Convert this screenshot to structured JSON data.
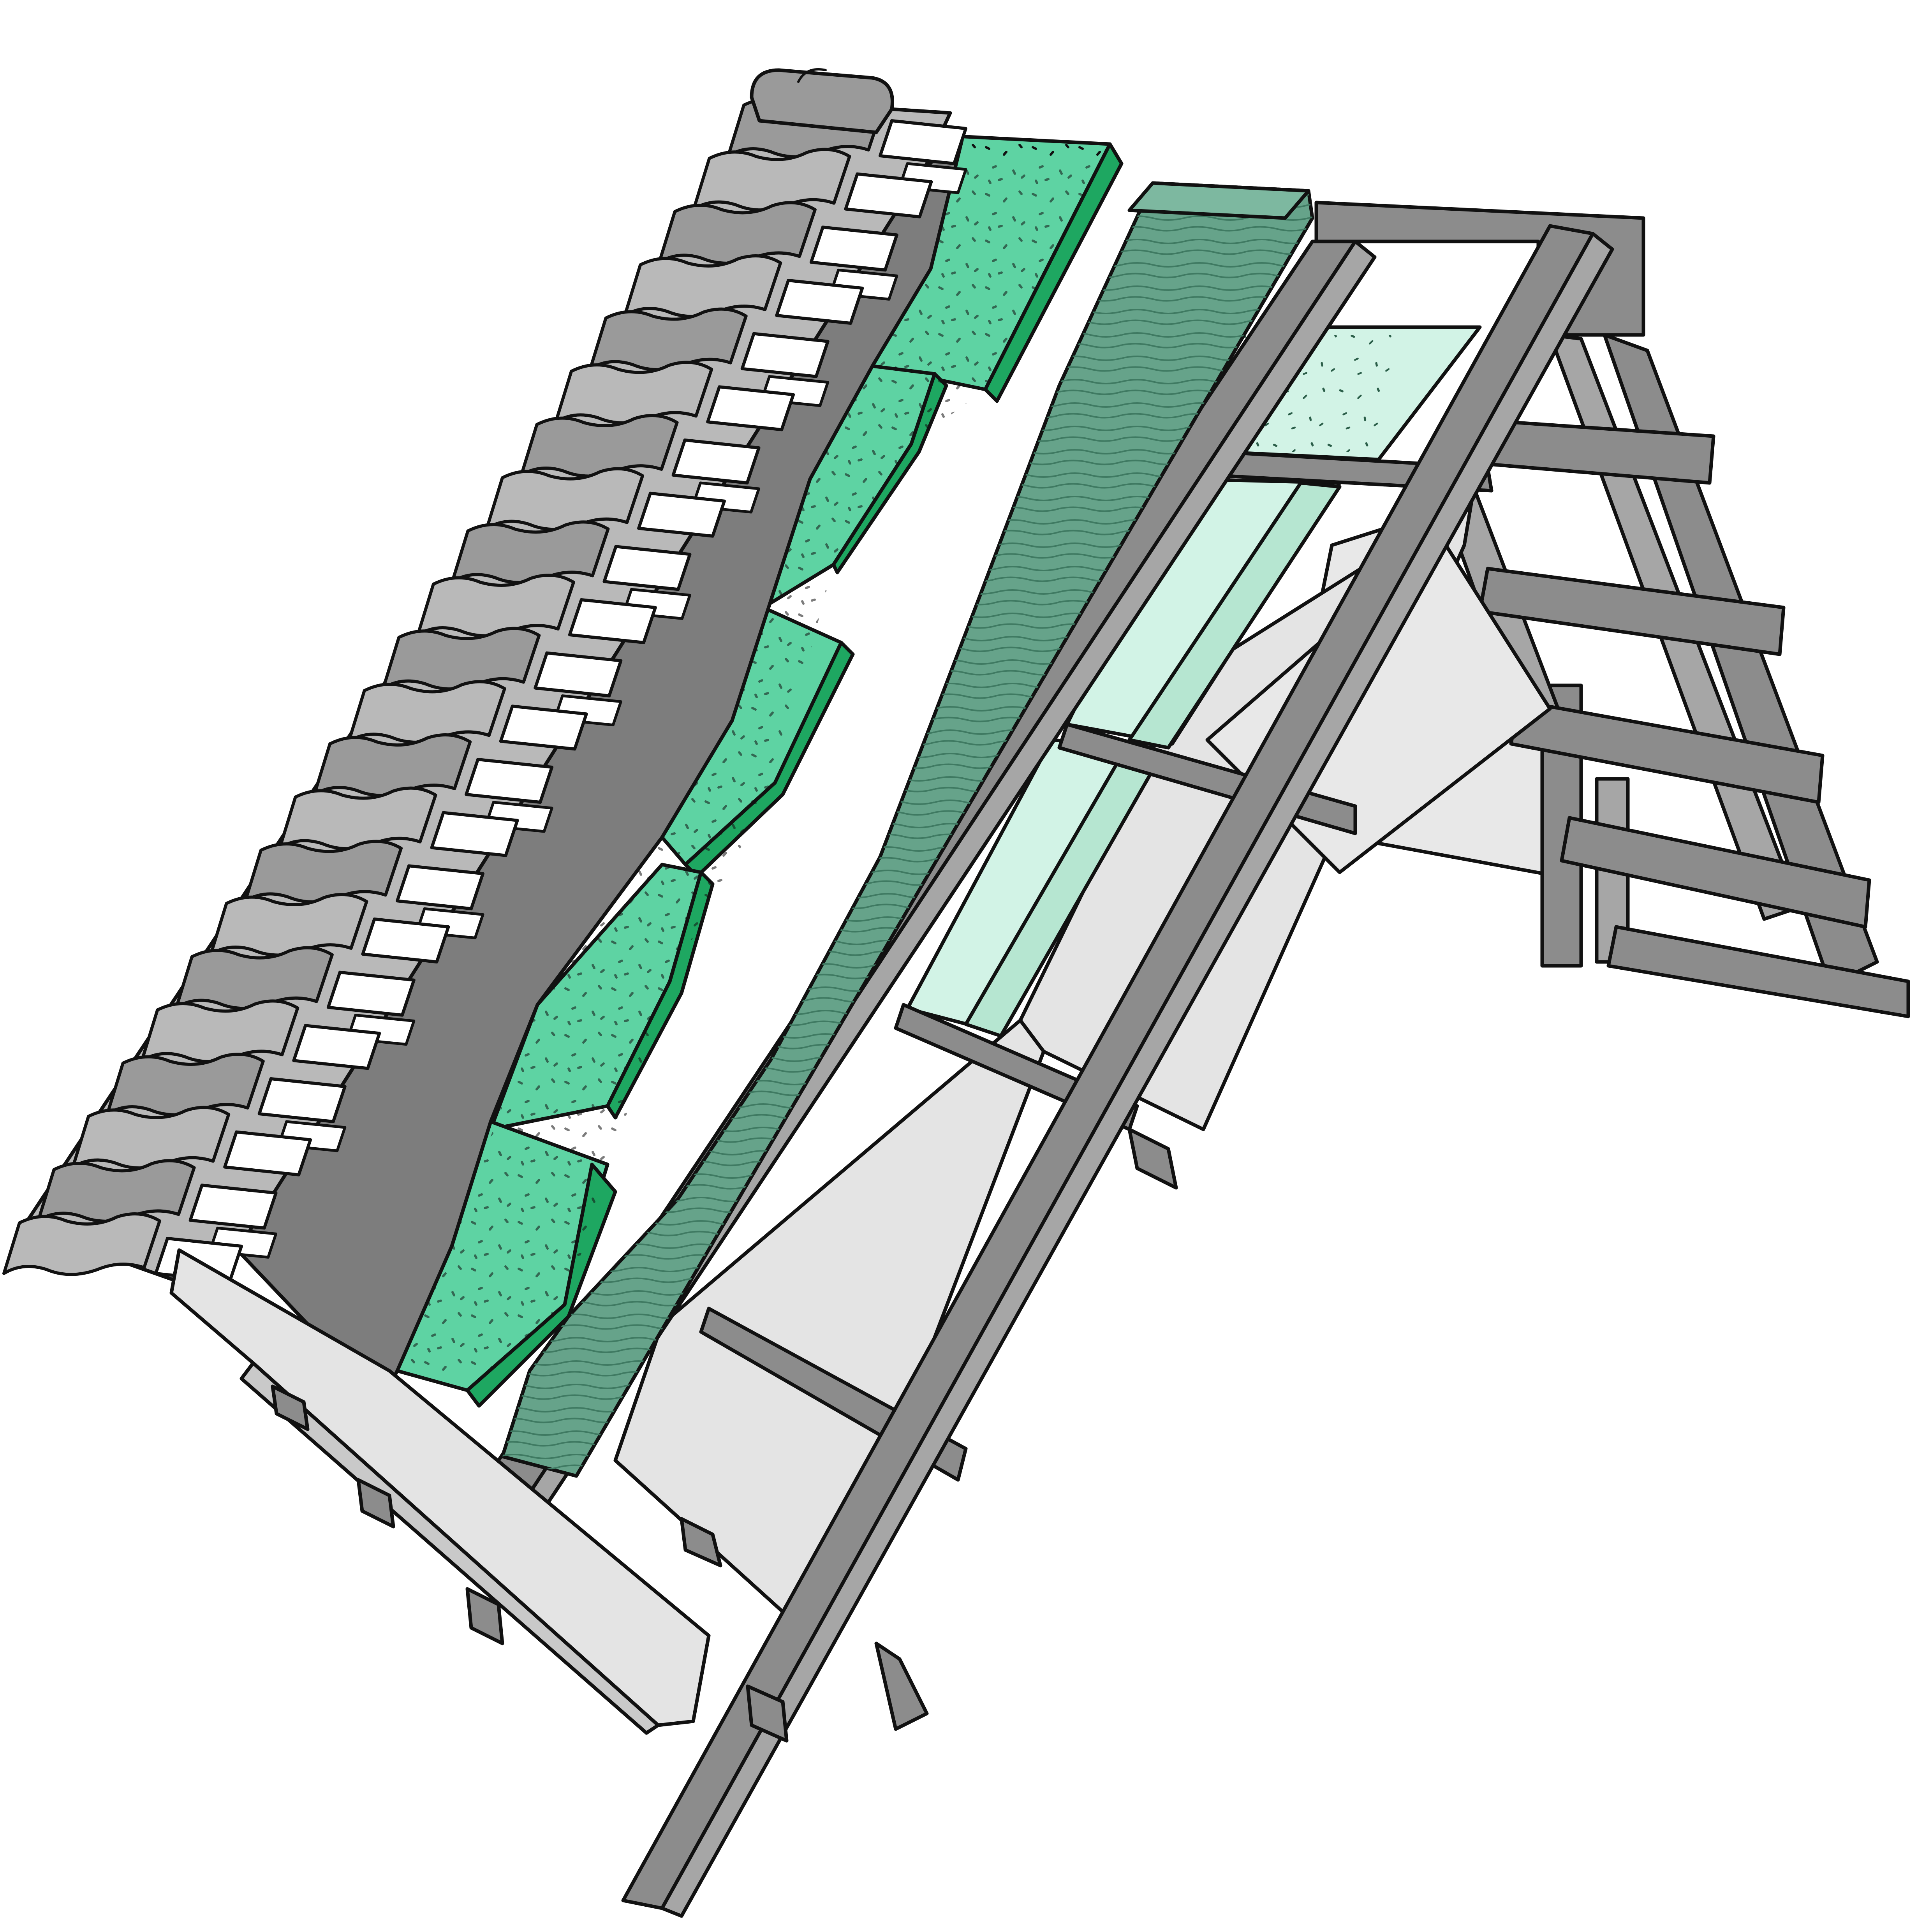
{
  "illustration": {
    "subject": "roof-cross-section",
    "palette": {
      "tile": "#b9b9b9",
      "tile_dark": "#9a9a9a",
      "membrane": "#7d7d7d",
      "timber": "#8c8c8c",
      "timber_light": "#a6a6a6",
      "fibreboard": "#5ed3a3",
      "fibreboard_edge": "#1ea761",
      "wood_fibre_batt": "#66a38a",
      "mineral_wool": "#d2f3e6",
      "plasterboard": "#e4e4e4",
      "gable": "#e8e8e8",
      "ink": "#111111",
      "background": "#ffffff"
    },
    "layers": [
      {
        "id": "roof-tiles",
        "icon": "slate-tile-icon"
      },
      {
        "id": "breather-membrane",
        "icon": "membrane-sheet-icon"
      },
      {
        "id": "wood-fibre-board",
        "icon": "fibreboard-panel-icon"
      },
      {
        "id": "wood-fibre-insulation",
        "icon": "insulation-batt-icon"
      },
      {
        "id": "rafters",
        "icon": "timber-beam-icon"
      },
      {
        "id": "mineral-wool-infill",
        "icon": "insulation-infill-icon"
      },
      {
        "id": "plasterboard-ceiling",
        "icon": "ceiling-board-icon"
      },
      {
        "id": "roof-truss",
        "icon": "truss-frame-icon"
      }
    ]
  }
}
